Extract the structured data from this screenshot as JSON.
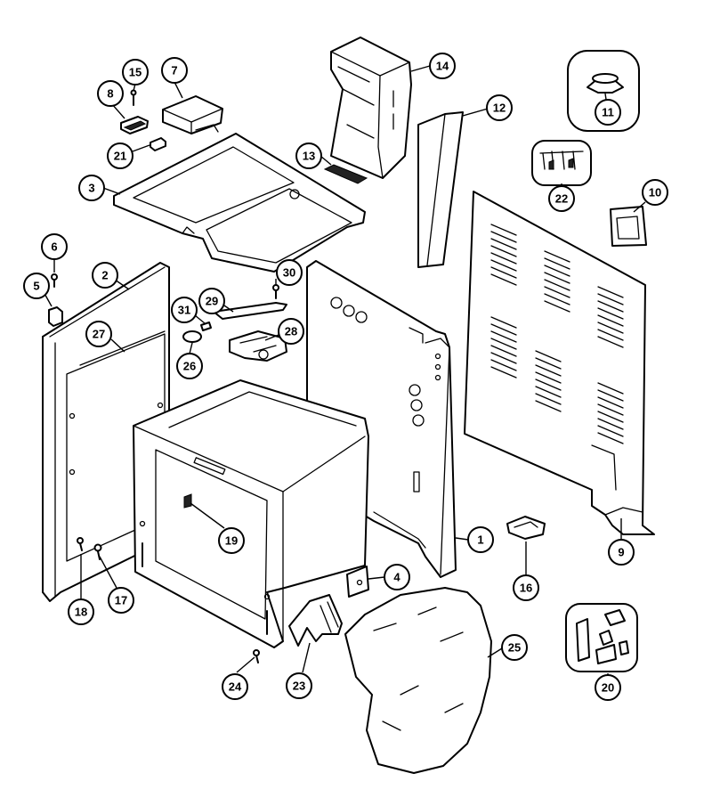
{
  "callouts": [
    {
      "id": "c1",
      "label": "1",
      "target": "side-panel-right"
    },
    {
      "id": "c2",
      "label": "2",
      "target": "side-panel-left"
    },
    {
      "id": "c3",
      "label": "3",
      "target": "top-panel"
    },
    {
      "id": "c4",
      "label": "4",
      "target": "clip-bracket"
    },
    {
      "id": "c5",
      "label": "5",
      "target": "bumper"
    },
    {
      "id": "c6",
      "label": "6",
      "target": "screw"
    },
    {
      "id": "c7",
      "label": "7",
      "target": "module-box"
    },
    {
      "id": "c8",
      "label": "8",
      "target": "small-block"
    },
    {
      "id": "c9",
      "label": "9",
      "target": "back-panel"
    },
    {
      "id": "c10",
      "label": "10",
      "target": "bracket-square"
    },
    {
      "id": "c11",
      "label": "11",
      "target": "thermostat"
    },
    {
      "id": "c12",
      "label": "12",
      "target": "vertical-strip"
    },
    {
      "id": "c13",
      "label": "13",
      "target": "terminal-block"
    },
    {
      "id": "c14",
      "label": "14",
      "target": "vent-duct"
    },
    {
      "id": "c15",
      "label": "15",
      "target": "small-screw"
    },
    {
      "id": "c16",
      "label": "16",
      "target": "leveling-bracket"
    },
    {
      "id": "c17",
      "label": "17",
      "target": "screw-pair"
    },
    {
      "id": "c18",
      "label": "18",
      "target": "screw-pair"
    },
    {
      "id": "c19",
      "label": "19",
      "target": "oven-light-clip"
    },
    {
      "id": "c20",
      "label": "20",
      "target": "hardware-kit"
    },
    {
      "id": "c21",
      "label": "21",
      "target": "grommet"
    },
    {
      "id": "c22",
      "label": "22",
      "target": "clip-set"
    },
    {
      "id": "c23",
      "label": "23",
      "target": "door-hinge"
    },
    {
      "id": "c24",
      "label": "24",
      "target": "hinge-screw"
    },
    {
      "id": "c25",
      "label": "25",
      "target": "insulation"
    },
    {
      "id": "c26",
      "label": "26",
      "target": "knob"
    },
    {
      "id": "c27",
      "label": "27",
      "target": "panel-strip"
    },
    {
      "id": "c28",
      "label": "28",
      "target": "latch-assembly"
    },
    {
      "id": "c29",
      "label": "29",
      "target": "latch-link"
    },
    {
      "id": "c30",
      "label": "30",
      "target": "latch-screw"
    },
    {
      "id": "c31",
      "label": "31",
      "target": "latch-pin"
    }
  ]
}
